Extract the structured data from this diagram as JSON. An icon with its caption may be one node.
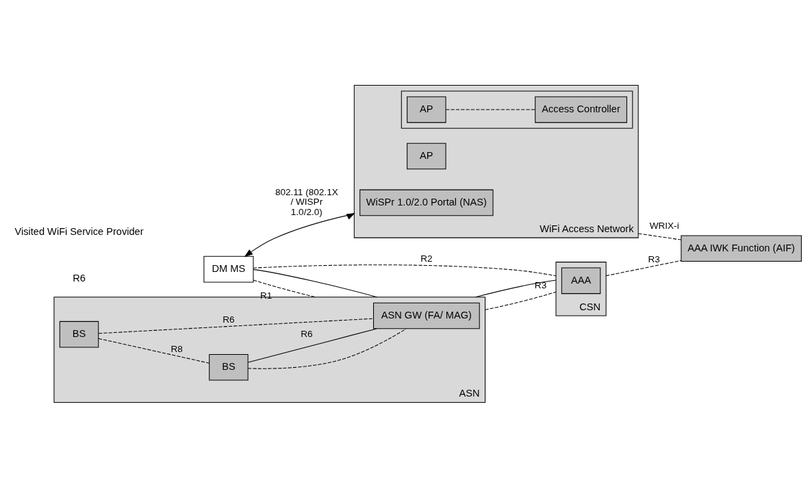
{
  "diagram": {
    "nodes": [
      {
        "text": [
          "DM MS"
        ]
      },
      {
        "text": [
          "ASN"
        ]
      },
      {
        "text": [
          "BS"
        ],
        "in": 1
      },
      {
        "text": [
          "BS"
        ],
        "in": 1
      },
      {
        "text": [
          "ASN GW (FA/ MAG)"
        ],
        "in": 1
      },
      {
        "text": [
          "CSN"
        ]
      },
      {
        "text": [
          "AAA"
        ],
        "in": 5
      },
      {
        "text": [
          "WiFi Access Network"
        ]
      },
      {
        "text": [
          "AP"
        ],
        "in": 7
      },
      {
        "text": [],
        "shape": "box",
        "in": 7
      },
      {
        "text": [
          "AP"
        ],
        "in": 9
      },
      {
        "text": [
          "Access Controller"
        ],
        "in": 9
      },
      {
        "text": [
          "WiSPr 1.0/2.0 Portal (NAS)"
        ],
        "in": 7
      },
      {
        "text": [
          "AAA IWK Function (AIF)"
        ]
      }
    ],
    "edges": [
      {
        "from": 0,
        "to": 5,
        "arrow": "none",
        "label": "R2",
        "style": "dashed"
      },
      {
        "from": 0,
        "to": 1,
        "arrow": "none",
        "label": "R1",
        "style": "dashed"
      },
      {
        "from": 0,
        "to": 1,
        "arrow": "none"
      },
      {
        "from": 2,
        "to": 4,
        "arrow": "none",
        "label": "R6",
        "style": "dashed"
      },
      {
        "from": 2,
        "to": 3,
        "arrow": "none",
        "label": "R8",
        "style": "dashed"
      },
      {
        "from": 3,
        "to": 4,
        "arrow": "none",
        "style": "dashed"
      },
      {
        "from": 3,
        "to": 4,
        "arrow": "none",
        "label": "R6"
      },
      {
        "from": 1,
        "to": 5,
        "arrow": "none",
        "label": "R3",
        "style": "dashed"
      },
      {
        "from": 1,
        "to": 5,
        "arrow": "none"
      },
      {
        "from": 5,
        "to": 13,
        "arrow": "none",
        "label": "R3",
        "style": "dashed"
      },
      {
        "from": 0,
        "to": 7,
        "arrow": "both",
        "label": "802.11 (802.1X / WISPr 1.0/2.0)"
      },
      {
        "from": 10,
        "to": 11,
        "arrow": "none",
        "style": "dashed"
      },
      {
        "from": 7,
        "to": 13,
        "arrow": "none",
        "label": "WRIX-i",
        "style": "dashed"
      }
    ],
    "labels": [
      "R6",
      "Visited WiFi Service Provider"
    ]
  }
}
